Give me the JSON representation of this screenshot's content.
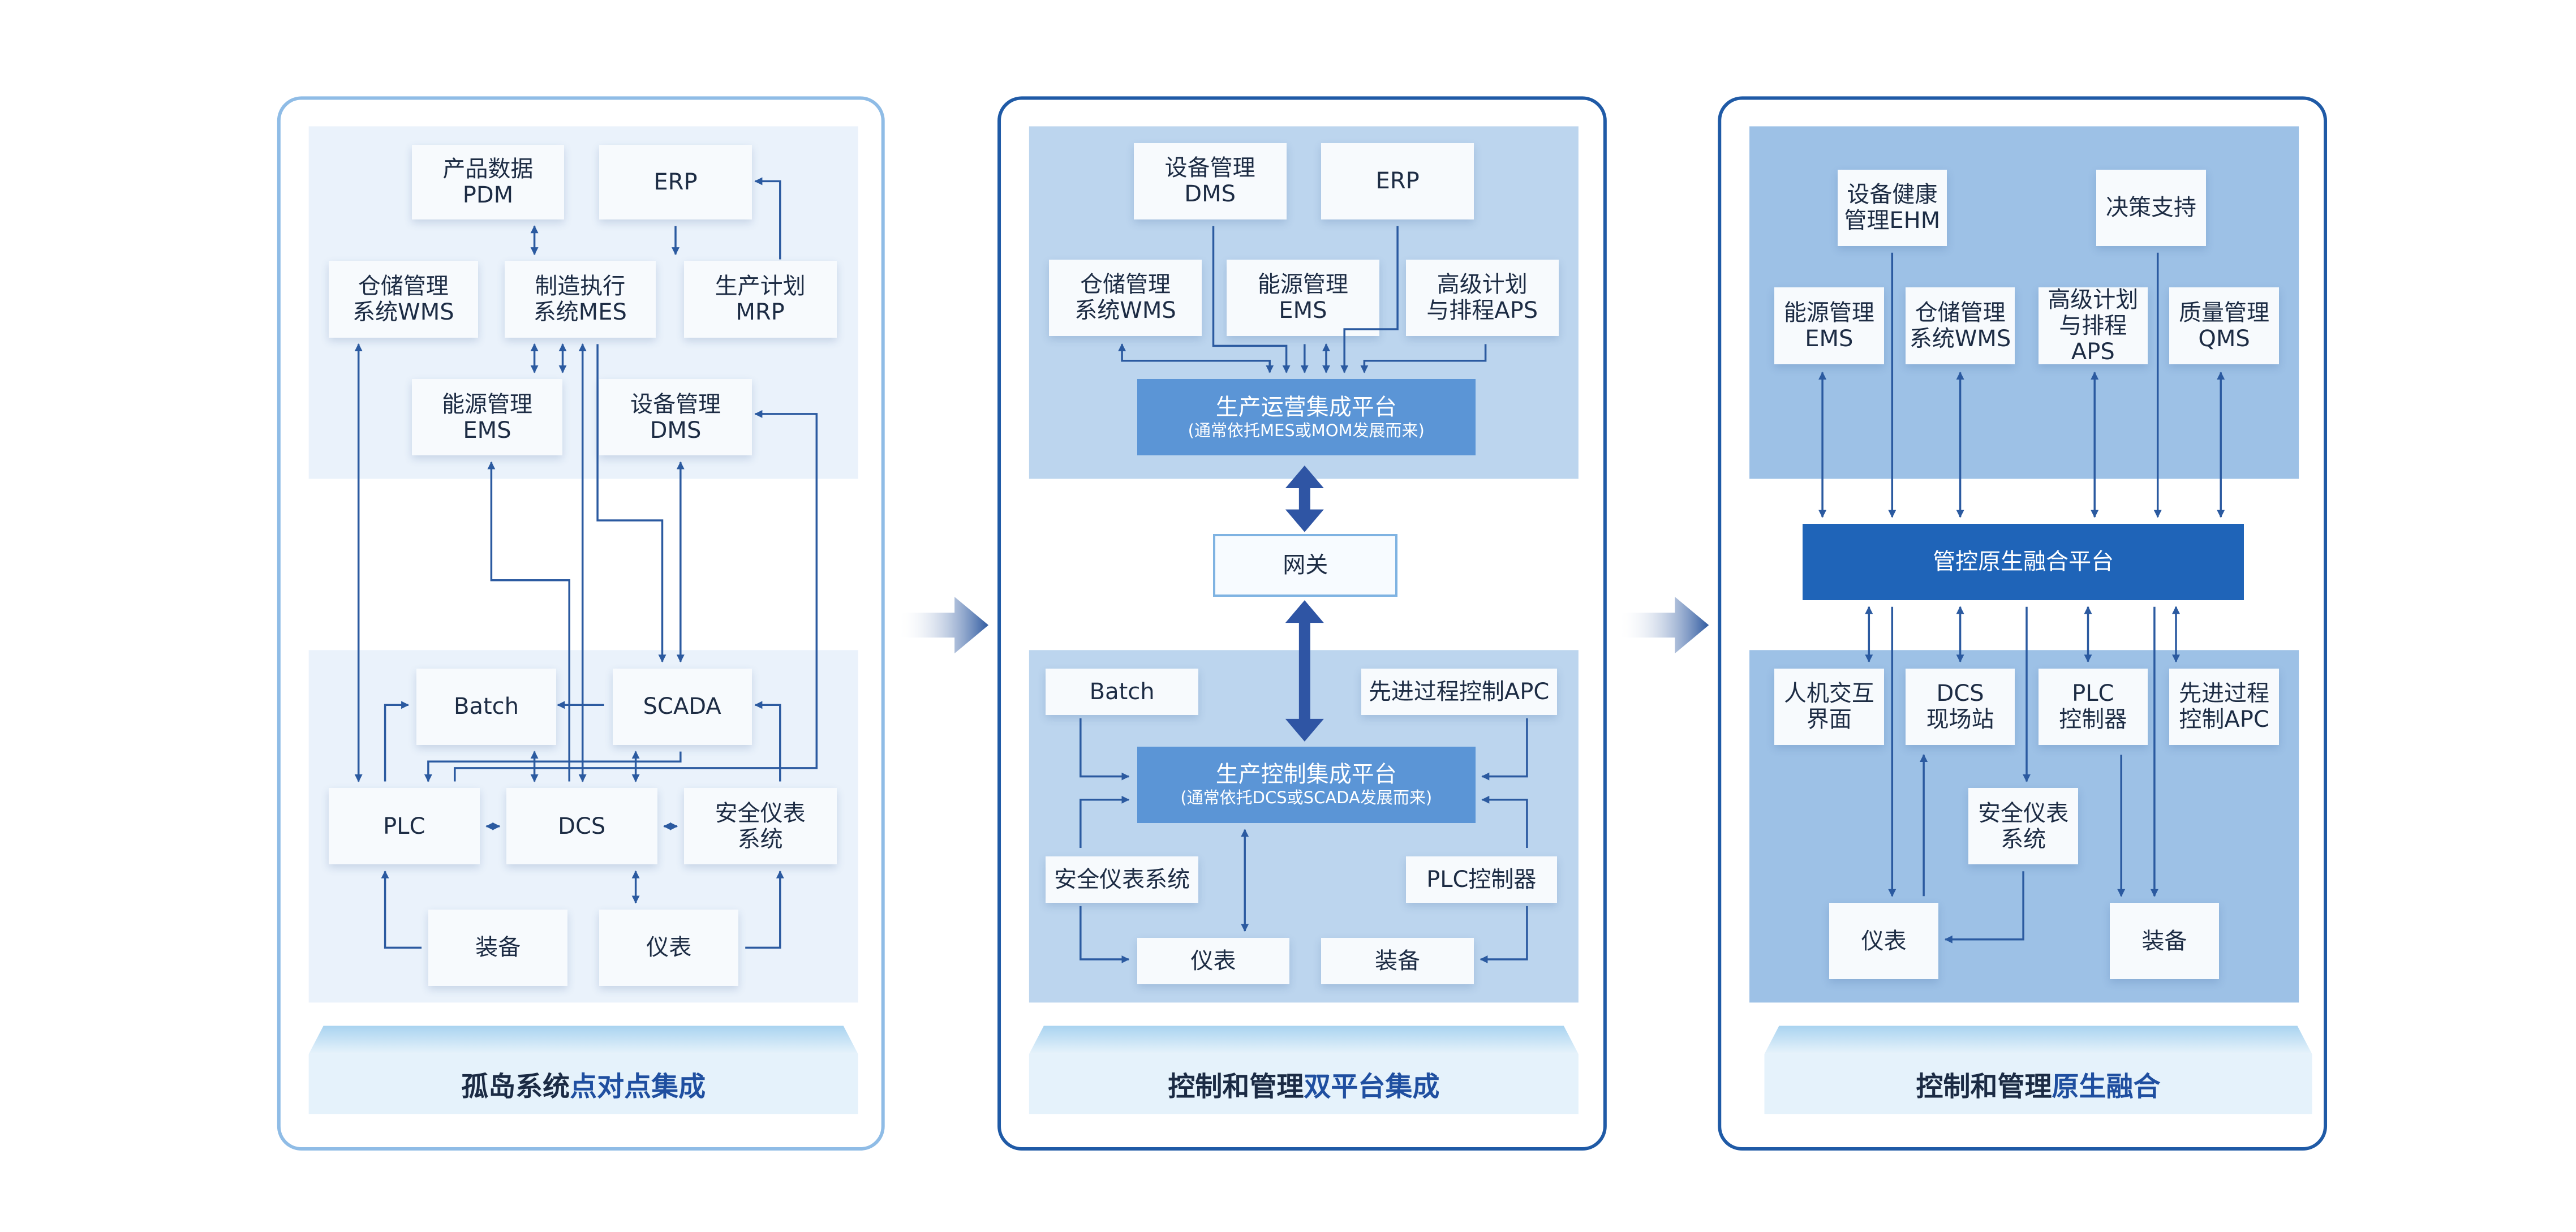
{
  "colors": {
    "panel_border_1": "#8fbce6",
    "panel_border_2": "#1f5aa6",
    "zone_1": "#eaf2fb",
    "zone_2": "#bcd5ee",
    "zone_3": "#9dc1e6",
    "connector": "#2b5aa0",
    "fusion_platform": "#1f64b8",
    "platform": "#5b95d6",
    "highlight_text": "#1f4fa0"
  },
  "panels": [
    {
      "id": "p1",
      "caption": {
        "prefix": "孤岛系统",
        "highlight": "点对点集成"
      },
      "nodes": {
        "pdm": [
          "产品数据",
          "PDM"
        ],
        "erp": [
          "ERP"
        ],
        "wms": [
          "仓储管理",
          "系统WMS"
        ],
        "mes": [
          "制造执行",
          "系统MES"
        ],
        "mrp": [
          "生产计划",
          "MRP"
        ],
        "ems": [
          "能源管理",
          "EMS"
        ],
        "dms": [
          "设备管理",
          "DMS"
        ],
        "batch": [
          "Batch"
        ],
        "scada": [
          "SCADA"
        ],
        "plc": [
          "PLC"
        ],
        "dcs": [
          "DCS"
        ],
        "sis": [
          "安全仪表",
          "系统"
        ],
        "equip": [
          "装备"
        ],
        "inst": [
          "仪表"
        ]
      }
    },
    {
      "id": "p2",
      "caption": {
        "prefix": "控制和管理",
        "highlight": "双平台集成"
      },
      "nodes": {
        "dms": [
          "设备管理",
          "DMS"
        ],
        "erp": [
          "ERP"
        ],
        "wms": [
          "仓储管理",
          "系统WMS"
        ],
        "ems": [
          "能源管理",
          "EMS"
        ],
        "aps": [
          "高级计划",
          "与排程APS"
        ],
        "ops_platform": [
          "生产运营集成平台",
          "(通常依托MES或MOM发展而来)"
        ],
        "gateway": [
          "网关"
        ],
        "batch": [
          "Batch"
        ],
        "apc": [
          "先进过程控制APC"
        ],
        "ctrl_platform": [
          "生产控制集成平台",
          "(通常依托DCS或SCADA发展而来)"
        ],
        "sis": [
          "安全仪表系统"
        ],
        "plc": [
          "PLC控制器"
        ],
        "inst": [
          "仪表"
        ],
        "equip": [
          "装备"
        ]
      }
    },
    {
      "id": "p3",
      "caption": {
        "prefix": "控制和管理",
        "highlight": "原生融合"
      },
      "nodes": {
        "ehm": [
          "设备健康",
          "管理EHM"
        ],
        "dss": [
          "决策支持"
        ],
        "ems": [
          "能源管理",
          "EMS"
        ],
        "wms": [
          "仓储管理",
          "系统WMS"
        ],
        "aps": [
          "高级计划",
          "与排程APS"
        ],
        "qms": [
          "质量管理",
          "QMS"
        ],
        "fusion": [
          "管控原生融合平台"
        ],
        "hmi": [
          "人机交互",
          "界面"
        ],
        "dcs": [
          "DCS",
          "现场站"
        ],
        "plc": [
          "PLC",
          "控制器"
        ],
        "apc": [
          "先进过程",
          "控制APC"
        ],
        "sis": [
          "安全仪表",
          "系统"
        ],
        "inst": [
          "仪表"
        ],
        "equip": [
          "装备"
        ]
      }
    }
  ]
}
